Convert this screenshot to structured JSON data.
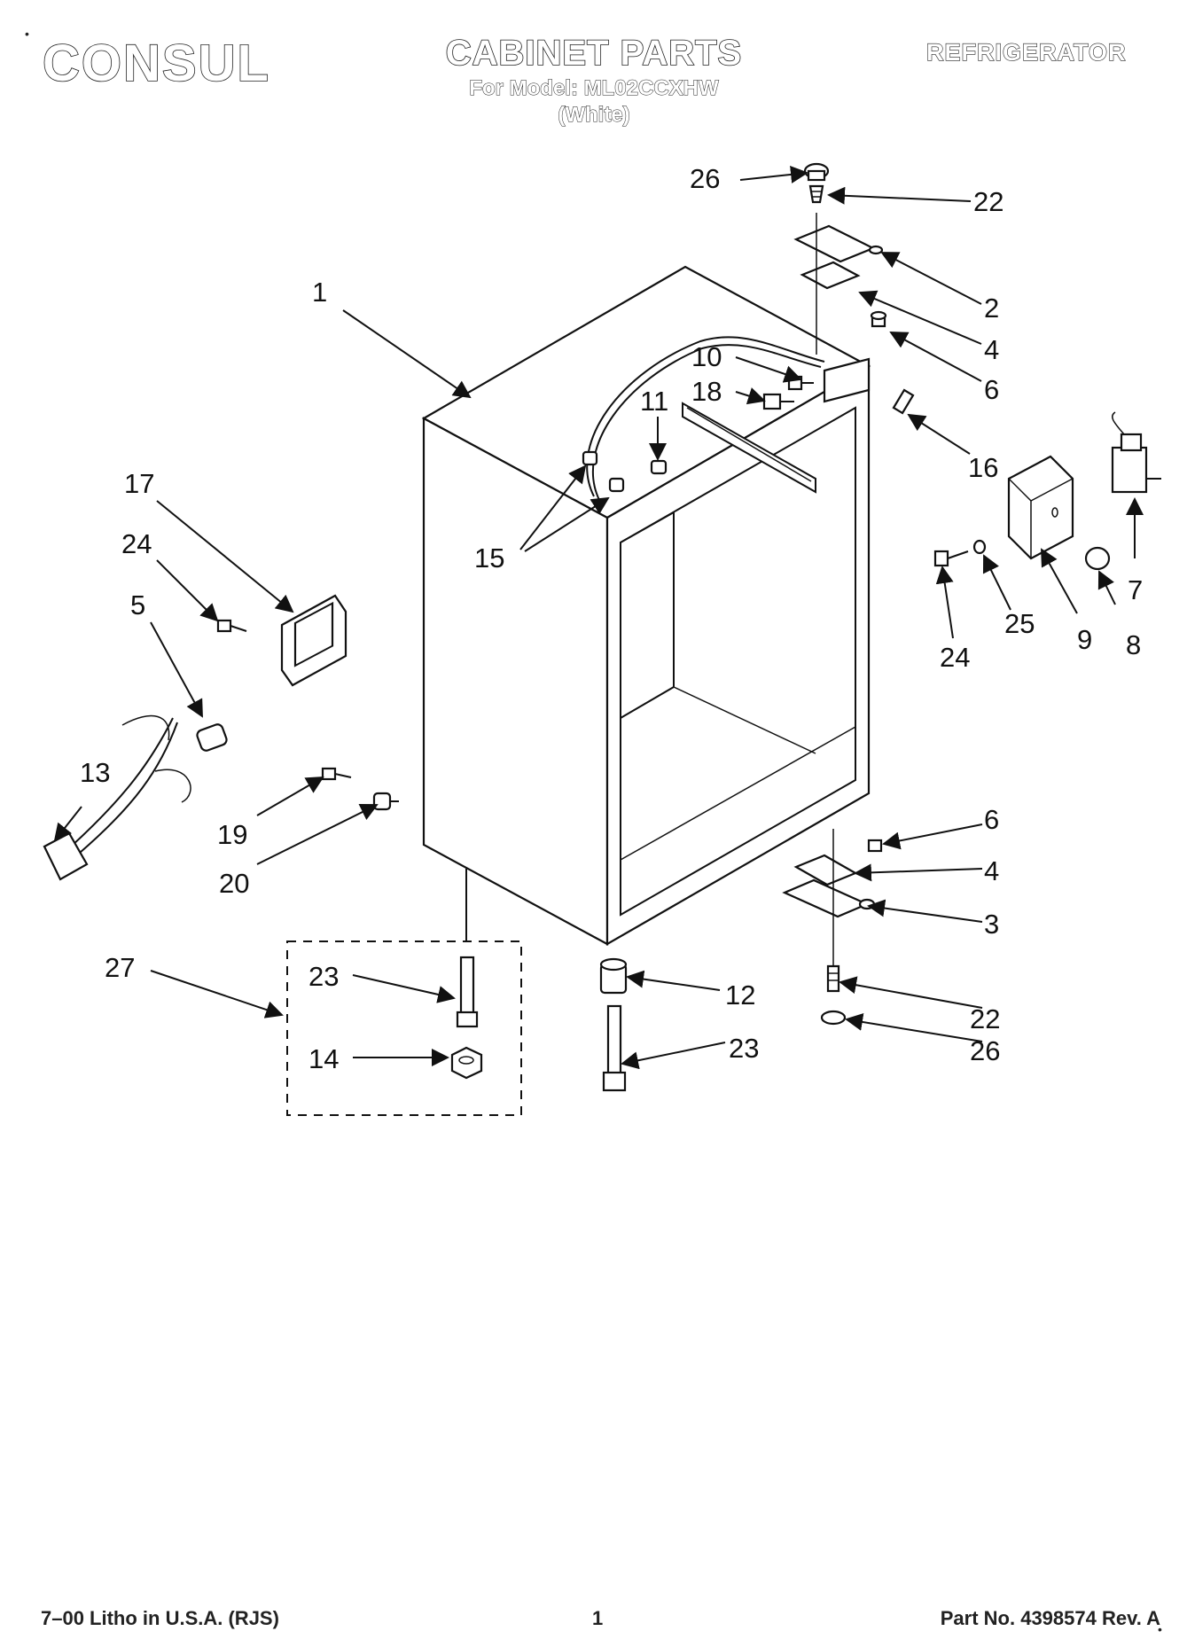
{
  "header": {
    "brand": "CONSUL",
    "title": "CABINET PARTS",
    "model_line": "For Model: ML02CCXHW",
    "variant": "(White)",
    "category": "REFRIGERATOR"
  },
  "callouts": {
    "c1": "1",
    "c2": "2",
    "c3": "3",
    "c4a": "4",
    "c4b": "4",
    "c5": "5",
    "c6a": "6",
    "c6b": "6",
    "c7": "7",
    "c8": "8",
    "c9": "9",
    "c10": "10",
    "c11": "11",
    "c12": "12",
    "c13": "13",
    "c14": "14",
    "c15": "15",
    "c16": "16",
    "c17": "17",
    "c18": "18",
    "c19": "19",
    "c20": "20",
    "c22a": "22",
    "c22b": "22",
    "c23a": "23",
    "c23b": "23",
    "c24a": "24",
    "c24b": "24",
    "c25": "25",
    "c26a": "26",
    "c26b": "26",
    "c27": "27"
  },
  "footer": {
    "left": "7–00 Litho in U.S.A. (RJS)",
    "page": "1",
    "right": "Part No. 4398574 Rev. A"
  }
}
